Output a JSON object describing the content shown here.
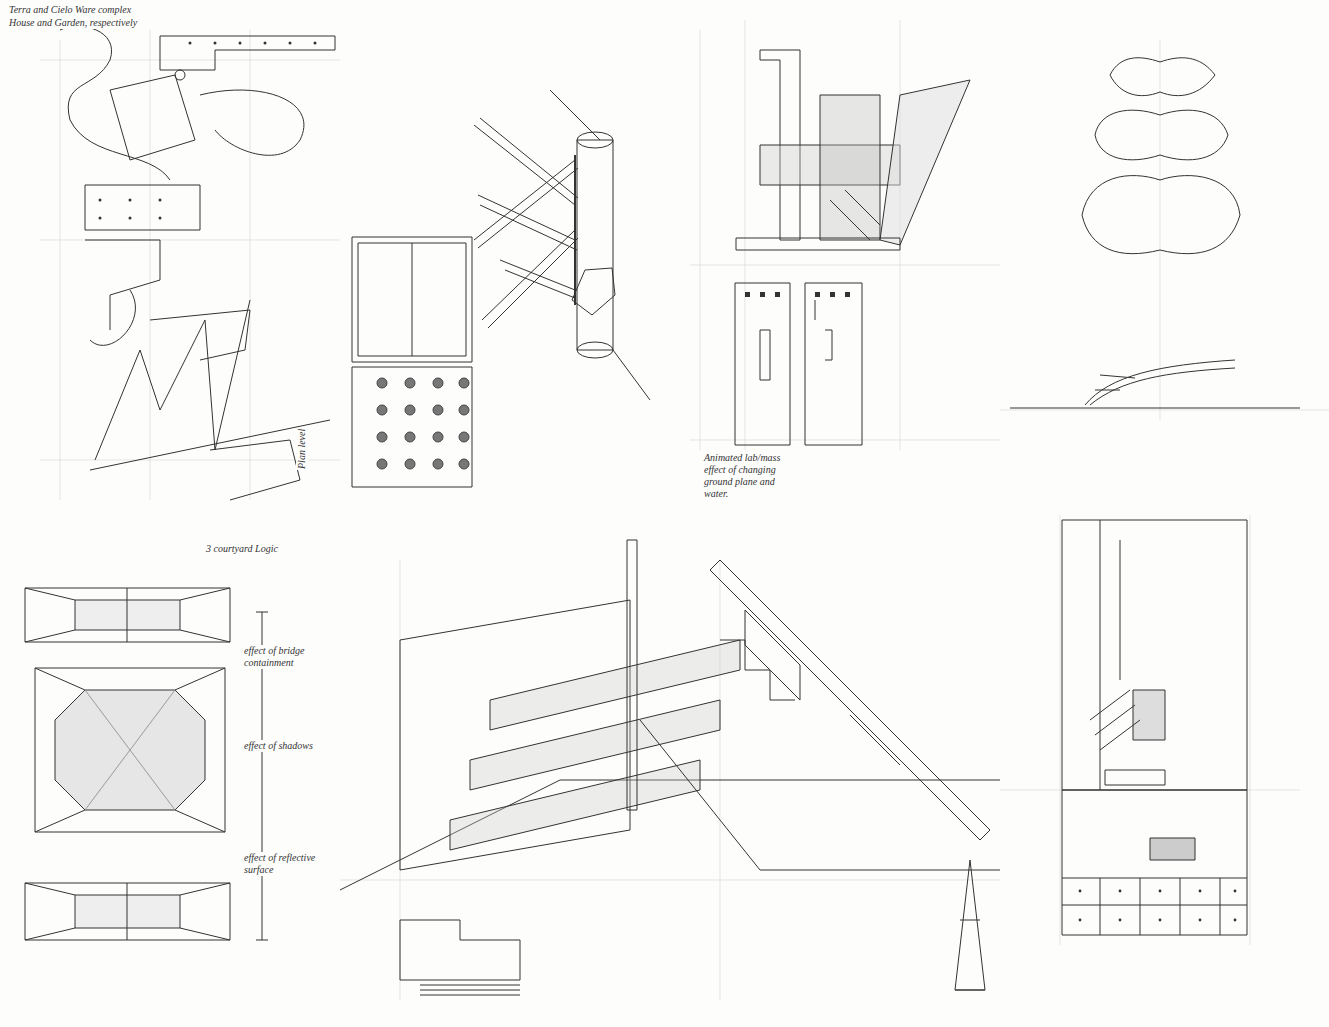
{
  "diagram": {
    "labels": [
      "Terra and Cielo Ware complex",
      "House and Garden, respectively",
      "Plan level",
      "Animated lab/mass effect of changing ground plane and water.",
      "3 courtyard Logic",
      "effect of bridge containment",
      "effect of shadows",
      "effect of reflective surface"
    ]
  }
}
